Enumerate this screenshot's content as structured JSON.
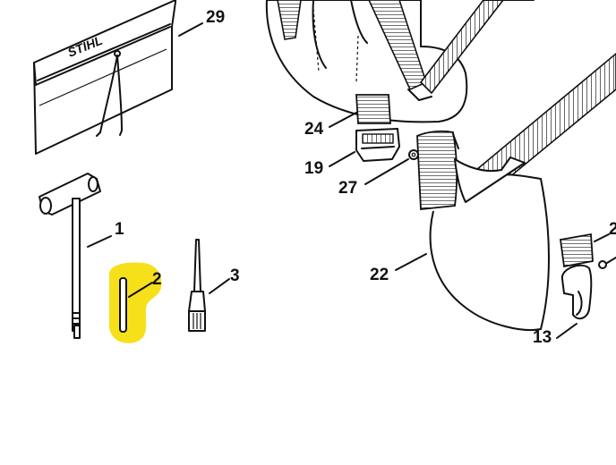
{
  "brand_label": "STIHL",
  "highlight_color": "#f6e01a",
  "callouts": {
    "c29": "29",
    "c24": "24",
    "c19": "19",
    "c27": "27",
    "c1": "1",
    "c2": "2",
    "c3": "3",
    "c22": "22",
    "c13": "13",
    "c_edge": "2"
  },
  "parts": {
    "p29": "tool-pouch",
    "p1": "combination-wrench",
    "p2": "pin",
    "p3": "screwdriver",
    "p24": "strap-buckle-cover",
    "p19": "strap-buckle",
    "p27": "washer",
    "p22": "harness-pad",
    "p13": "carabiner-hook"
  }
}
